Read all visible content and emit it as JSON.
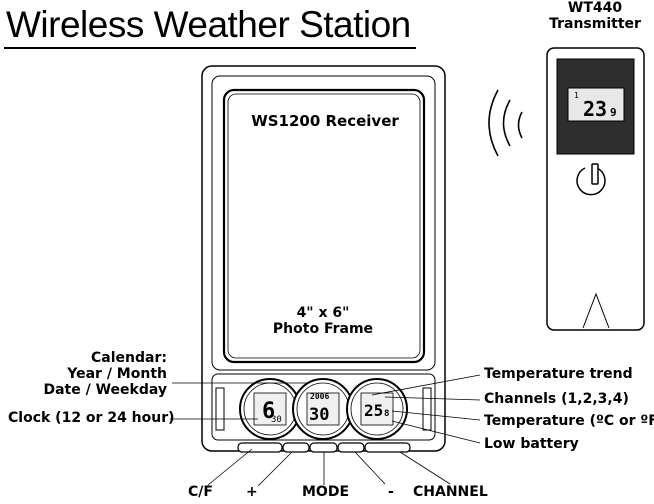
{
  "title": "Wireless Weather Station",
  "transmitter": {
    "model": "WT440",
    "name": "Transmitter",
    "lcd_channel": "1",
    "lcd_temp": "23",
    "lcd_decimal": "9"
  },
  "receiver": {
    "name": "WS1200 Receiver",
    "frame_size": "4\" x 6\"",
    "frame_label": "Photo Frame"
  },
  "callouts_left": {
    "calendar": [
      "Calendar:",
      "Year / Month",
      "Date / Weekday"
    ],
    "clock": "Clock (12 or 24 hour)"
  },
  "callouts_right": {
    "trend": "Temperature trend",
    "channels": "Channels (1,2,3,4)",
    "temperature": "Temperature (ºC or ºF)",
    "battery": "Low battery"
  },
  "buttons": {
    "cf": "C/F",
    "plus": "+",
    "mode": "MODE",
    "minus": "-",
    "channel": "CHANNEL"
  },
  "receiver_lcd": {
    "clock_digits": "6",
    "clock_small": "30",
    "cal_top": "2006",
    "cal_digits": "30",
    "temp_digits": "25",
    "temp_small": "8"
  }
}
